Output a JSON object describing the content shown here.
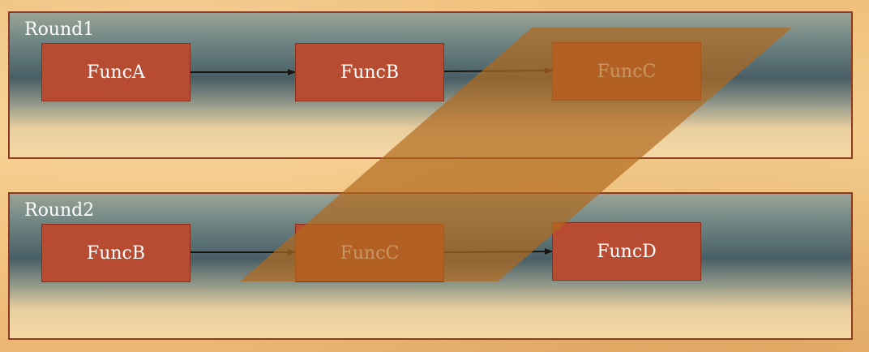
{
  "rounds": [
    {
      "label": "Round1",
      "functions": [
        "FuncA",
        "FuncB",
        "FuncC"
      ]
    },
    {
      "label": "Round2",
      "functions": [
        "FuncB",
        "FuncC",
        "FuncD"
      ]
    }
  ],
  "colors": {
    "box_fill": "#b84c32",
    "box_border": "#8a2f1a",
    "panel_border": "#8c3b22",
    "highlight_band": "#b06a1e",
    "arrow": "#1a1410",
    "faded_text": "#e5b38a"
  }
}
